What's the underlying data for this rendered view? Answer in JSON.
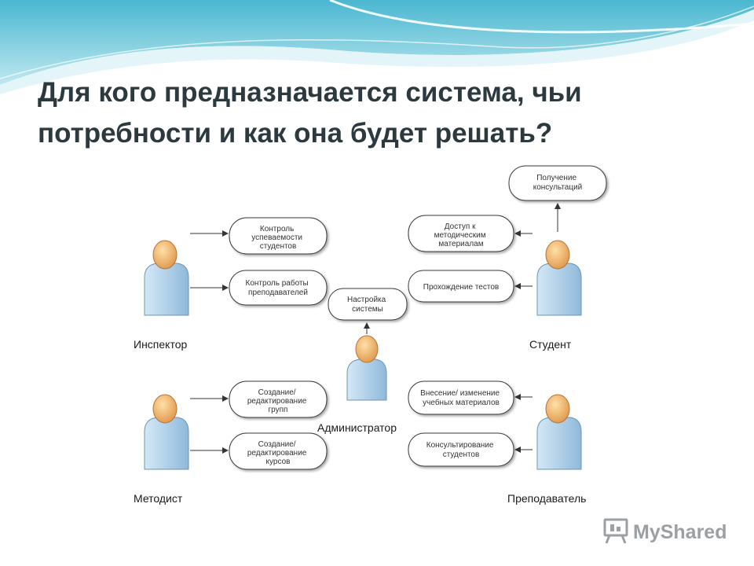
{
  "slide": {
    "title_line1": "Для кого предназначается система, чьи",
    "title_line2": "потребности и как она будет решать?"
  },
  "diagram": {
    "actors": {
      "inspector": "Инспектор",
      "student": "Студент",
      "administrator": "Администратор",
      "methodist": "Методист",
      "teacher": "Преподаватель"
    },
    "use_cases": {
      "progress_control": [
        "Контроль",
        "успеваемости",
        "студентов"
      ],
      "teacher_control": [
        "Контроль работы",
        "преподавателей"
      ],
      "system_settings": [
        "Настройка",
        "системы"
      ],
      "receive_consultation": [
        "Получение",
        "консультаций"
      ],
      "access_materials": [
        "Доступ к",
        "методическим",
        "материалам"
      ],
      "take_tests": [
        "Прохождение тестов"
      ],
      "edit_groups": [
        "Создание/",
        "редактирование",
        "групп"
      ],
      "edit_courses": [
        "Создание/",
        "редактирование",
        "курсов"
      ],
      "edit_materials": [
        "Внесение/ изменение",
        "учебных материалов"
      ],
      "consult_students": [
        "Консультирование",
        "студентов"
      ]
    }
  },
  "watermark": {
    "text": "MyShared",
    "icon": "presentation-board-icon"
  },
  "colors": {
    "title": "#2c3a3f",
    "actor_body": "#a9cbe4",
    "actor_head": "#f2b66c",
    "wave": "#5fc3d6"
  }
}
